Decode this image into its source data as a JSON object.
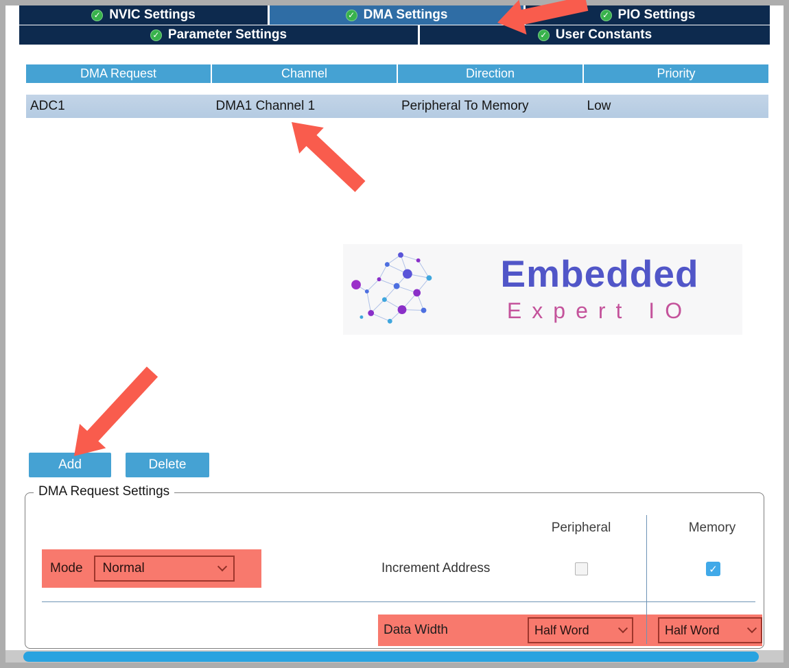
{
  "tabs": {
    "nvic": "NVIC Settings",
    "dma": "DMA Settings",
    "gpio": "PIO Settings",
    "parameter": "Parameter Settings",
    "user_constants": "User Constants"
  },
  "table": {
    "headers": [
      "DMA Request",
      "Channel",
      "Direction",
      "Priority"
    ],
    "row": {
      "dma_request": "ADC1",
      "channel": "DMA1 Channel 1",
      "direction": "Peripheral To Memory",
      "priority": "Low"
    }
  },
  "logo": {
    "title": "Embedded",
    "subtitle": "Expert IO"
  },
  "actions": {
    "add": "Add",
    "delete": "Delete"
  },
  "dma_request_settings": {
    "legend": "DMA Request Settings",
    "columns": {
      "peripheral": "Peripheral",
      "memory": "Memory"
    },
    "mode": {
      "label": "Mode",
      "value": "Normal"
    },
    "increment_address": {
      "label": "Increment Address",
      "peripheral_checked": false,
      "memory_checked": true
    },
    "data_width": {
      "label": "Data Width",
      "peripheral_value": "Half Word",
      "memory_value": "Half Word"
    }
  },
  "colors": {
    "tab_bar": "#0d2a4e",
    "tab_selected": "#2f6da5",
    "table_header": "#45a2d3",
    "selected_row": "#b9cde3",
    "button": "#45a2d3",
    "highlight": "#f8796d",
    "arrow": "#f95c4d",
    "logo_blue": "#5156c8",
    "logo_pink": "#c4539b",
    "checkbox_checked": "#41a9e8",
    "check_icon_green": "#38b24c",
    "scrollbar_thumb": "#29a3e0"
  }
}
